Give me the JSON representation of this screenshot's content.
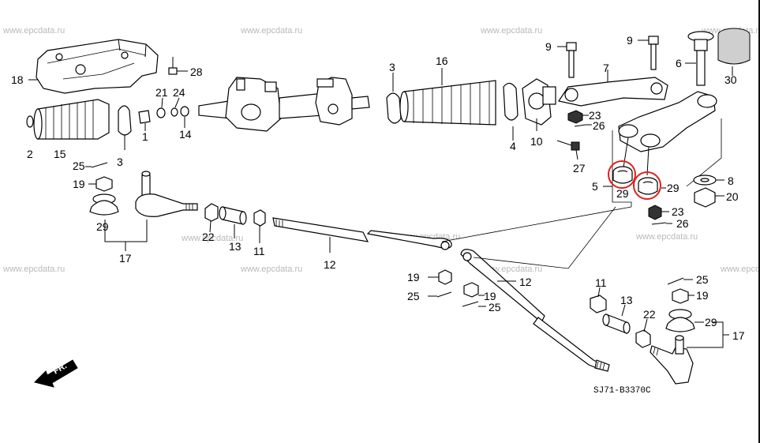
{
  "watermark": "www.epcdata.ru",
  "drawing_code": "SJ71-B3370C",
  "direction_label": "FR.",
  "callouts": {
    "c18": "18",
    "c28": "28",
    "c2": "2",
    "c15": "15",
    "c3a": "3",
    "c1": "1",
    "c21": "21",
    "c24": "24",
    "c14": "14",
    "c25a": "25",
    "c19a": "19",
    "c29a": "29",
    "c17a": "17",
    "c22a": "22",
    "c13a": "13",
    "c11a": "11",
    "c12a": "12",
    "c3b": "3",
    "c16": "16",
    "c4": "4",
    "c10": "10",
    "c27": "27",
    "c9a": "9",
    "c9b": "9",
    "c7": "7",
    "c6": "6",
    "c30": "30",
    "c23a": "23",
    "c26a": "26",
    "c5": "5",
    "c29b": "29",
    "c29c": "29",
    "c8": "8",
    "c20": "20",
    "c23b": "23",
    "c26b": "26",
    "c12b": "12",
    "c19b": "19",
    "c25b": "25",
    "c19c": "19",
    "c25c": "25",
    "c11b": "11",
    "c13b": "13",
    "c22b": "22",
    "c25d": "25",
    "c19d": "19",
    "c29d": "29",
    "c17b": "17"
  },
  "highlight_color": "#e0201b"
}
